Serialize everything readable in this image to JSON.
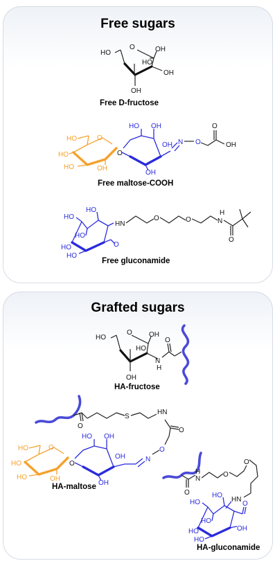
{
  "free_panel": {
    "title": "Free sugars",
    "captions": [
      "Free D-fructose",
      "Free maltose-COOH",
      "Free gluconamide"
    ]
  },
  "grafted_panel": {
    "title": "Grafted sugars",
    "captions": [
      "HA-fructose",
      "HA-maltose",
      "HA-gluconamide"
    ]
  },
  "atom_labels": {
    "hydroxyl": "HO",
    "hydroxyl_right": "OH",
    "oxygen": "O",
    "nitrogen": "N",
    "amide_h": "H",
    "imine_h": "HN",
    "sulfur": "S"
  },
  "colors": {
    "blue_sugar": "#2b2bdc",
    "orange_sugar": "#f5a12d",
    "ha_chain": "#4a4ad8",
    "panel_border": "#d5dbe4"
  }
}
